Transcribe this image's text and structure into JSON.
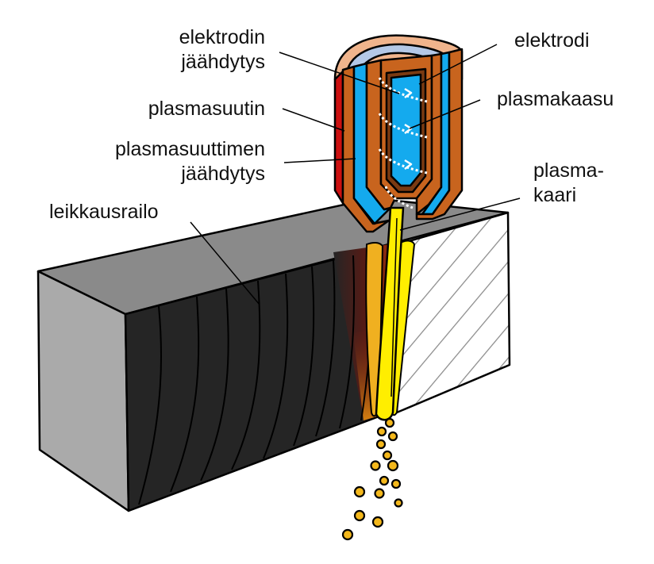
{
  "title": "Plasmaleikkaus",
  "labels": {
    "elektrodin_jaahdytys": [
      "elektrodin",
      "jäähdytys"
    ],
    "plasmasuutin": "plasmasuutin",
    "plasmasuuttimen_jaahdytys": [
      "plasmasuuttimen",
      "jäähdytys"
    ],
    "leikkausrailo": "leikkausrailo",
    "elektrodi": "elektrodi",
    "plasmakaasu": "plasmakaasu",
    "plasmakaari": [
      "plasma-",
      "kaari"
    ]
  },
  "colors": {
    "copper": "#c8641e",
    "copper_light": "#f0b48c",
    "coolant": "#14aaee",
    "insulator": "#b4c8e6",
    "red": "#cc1111",
    "arc": "#ffee00",
    "arc_dark": "#f0b020",
    "block_top": "#8a8a8a",
    "block_side": "#aaaaaa",
    "block_cut": "#252525",
    "droplet": "#f4b81c"
  }
}
